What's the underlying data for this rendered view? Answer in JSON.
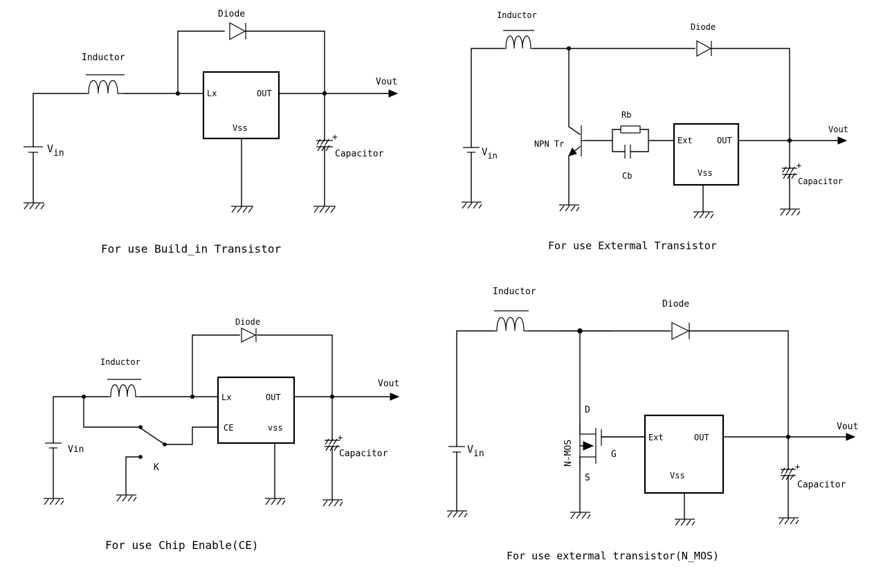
{
  "diagram_title": "",
  "circuits": [
    {
      "caption": "For use Build_in Transistor",
      "inductor": "Inductor",
      "diode": "Diode",
      "vin": "V",
      "vin_sub": "in",
      "vout": "Vout",
      "capacitor": "Capacitor",
      "cap_plus": "+",
      "pin_lx": "Lx",
      "pin_out": "OUT",
      "pin_vss": "Vss"
    },
    {
      "caption": "For use Extermal Transistor",
      "inductor": "Inductor",
      "diode": "Diode",
      "vin": "V",
      "vin_sub": "in",
      "vout": "Vout",
      "capacitor": "Capacitor",
      "cap_plus": "+",
      "transistor": "NPN Tr",
      "resistor": "Rb",
      "cb": "Cb",
      "pin_ext": "Ext",
      "pin_out": "OUT",
      "pin_vss": "Vss"
    },
    {
      "caption": "For use Chip Enable(CE)",
      "inductor": "Inductor",
      "diode": "Diode",
      "vin": "Vin",
      "vout": "Vout",
      "capacitor": "Capacitor",
      "cap_plus": "+",
      "switch": "K",
      "pin_lx": "Lx",
      "pin_out": "OUT",
      "pin_ce": "CE",
      "pin_vss": "vss"
    },
    {
      "caption": "For use extermal transistor(N_MOS)",
      "inductor": "Inductor",
      "diode": "Diode",
      "vin": "V",
      "vin_sub": "in",
      "vout": "Vout",
      "capacitor": "Capacitor",
      "cap_plus": "+",
      "mos": "N-MOS",
      "mos_d": "D",
      "mos_g": "G",
      "mos_s": "S",
      "pin_ext": "Ext",
      "pin_out": "OUT",
      "pin_vss": "Vss"
    }
  ]
}
